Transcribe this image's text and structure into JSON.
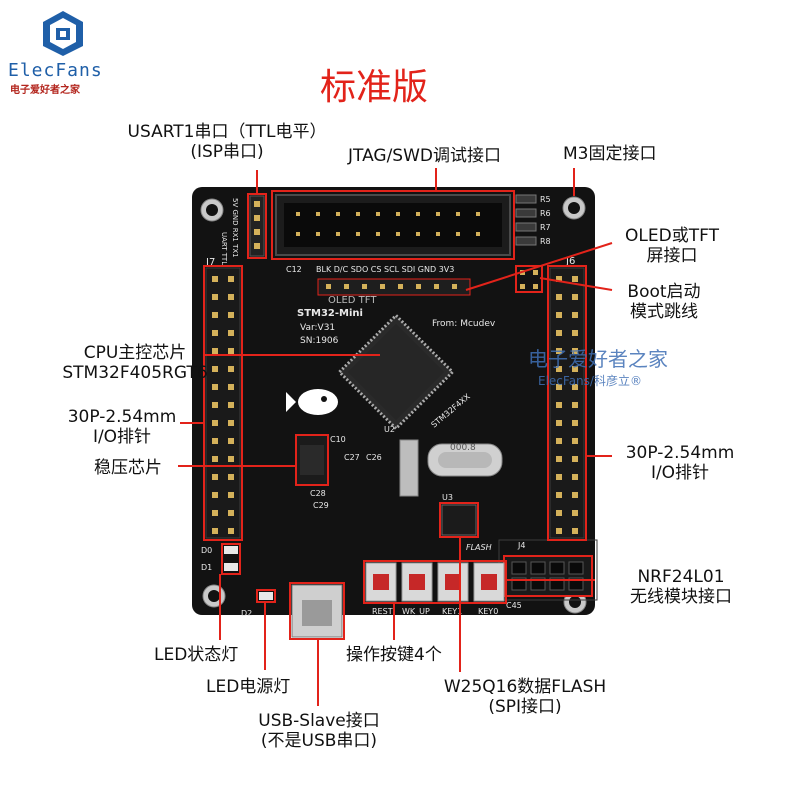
{
  "logo": {
    "brand": "ElecFans",
    "tagline": "电子爱好者之家"
  },
  "title": "标准版",
  "watermark": {
    "cn": "电子爱好者之家",
    "en": "ElecFans/科彦立®"
  },
  "board": {
    "name": "STM32-Mini",
    "version": "Var:V31",
    "serial": "SN:1906",
    "from": "From: Mcudev",
    "chip_mark": "STM32F4XX",
    "crystal": "000.8",
    "header_j7": "J7",
    "header_j6": "J6",
    "header_j4": "J4",
    "oled_text": "OLED   TFT",
    "oled_pins": "BLK D/C SDO CS SCL SDI GND 3V3",
    "uart_pins": "5V GND RX1 TX1",
    "uart_tag": "UART TTL",
    "flash_tag": "FLASH",
    "u2": "U2",
    "u3": "U3",
    "buttons": [
      "REST",
      "WK_UP",
      "KEY1",
      "KEY0"
    ],
    "leds": [
      "D0",
      "D1",
      "D2"
    ],
    "resistors": [
      "R5",
      "R6",
      "R7",
      "R8"
    ],
    "caps": [
      "C12",
      "C10",
      "C27",
      "C26",
      "C28",
      "C29",
      "C45"
    ]
  },
  "callouts": {
    "usart_line1": "USART1串口（TTL电平）",
    "usart_line2": "(ISP串口)",
    "jtag": "JTAG/SWD调试接口",
    "m3": "M3固定接口",
    "oled_line1": "OLED或TFT",
    "oled_line2": "屏接口",
    "boot_line1": "Boot启动",
    "boot_line2": "模式跳线",
    "cpu_line1": "CPU主控芯片",
    "cpu_line2": "STM32F405RGT6",
    "io_left_line1": "30P-2.54mm",
    "io_left_line2": "I/O排针",
    "io_right_line1": "30P-2.54mm",
    "io_right_line2": "I/O排针",
    "regulator": "稳压芯片",
    "nrf_line1": "NRF24L01",
    "nrf_line2": "无线模块接口",
    "led_status": "LED状态灯",
    "led_power": "LED电源灯",
    "buttons": "操作按键4个",
    "flash_line1": "W25Q16数据FLASH",
    "flash_line2": "(SPI接口)",
    "usb_line1": "USB-Slave接口",
    "usb_line2": "(不是USB串口)"
  },
  "colors": {
    "title": "#e2231a",
    "callout_line": "#e2231a",
    "pcb": "#121212",
    "logo": "#1f5fa8"
  }
}
